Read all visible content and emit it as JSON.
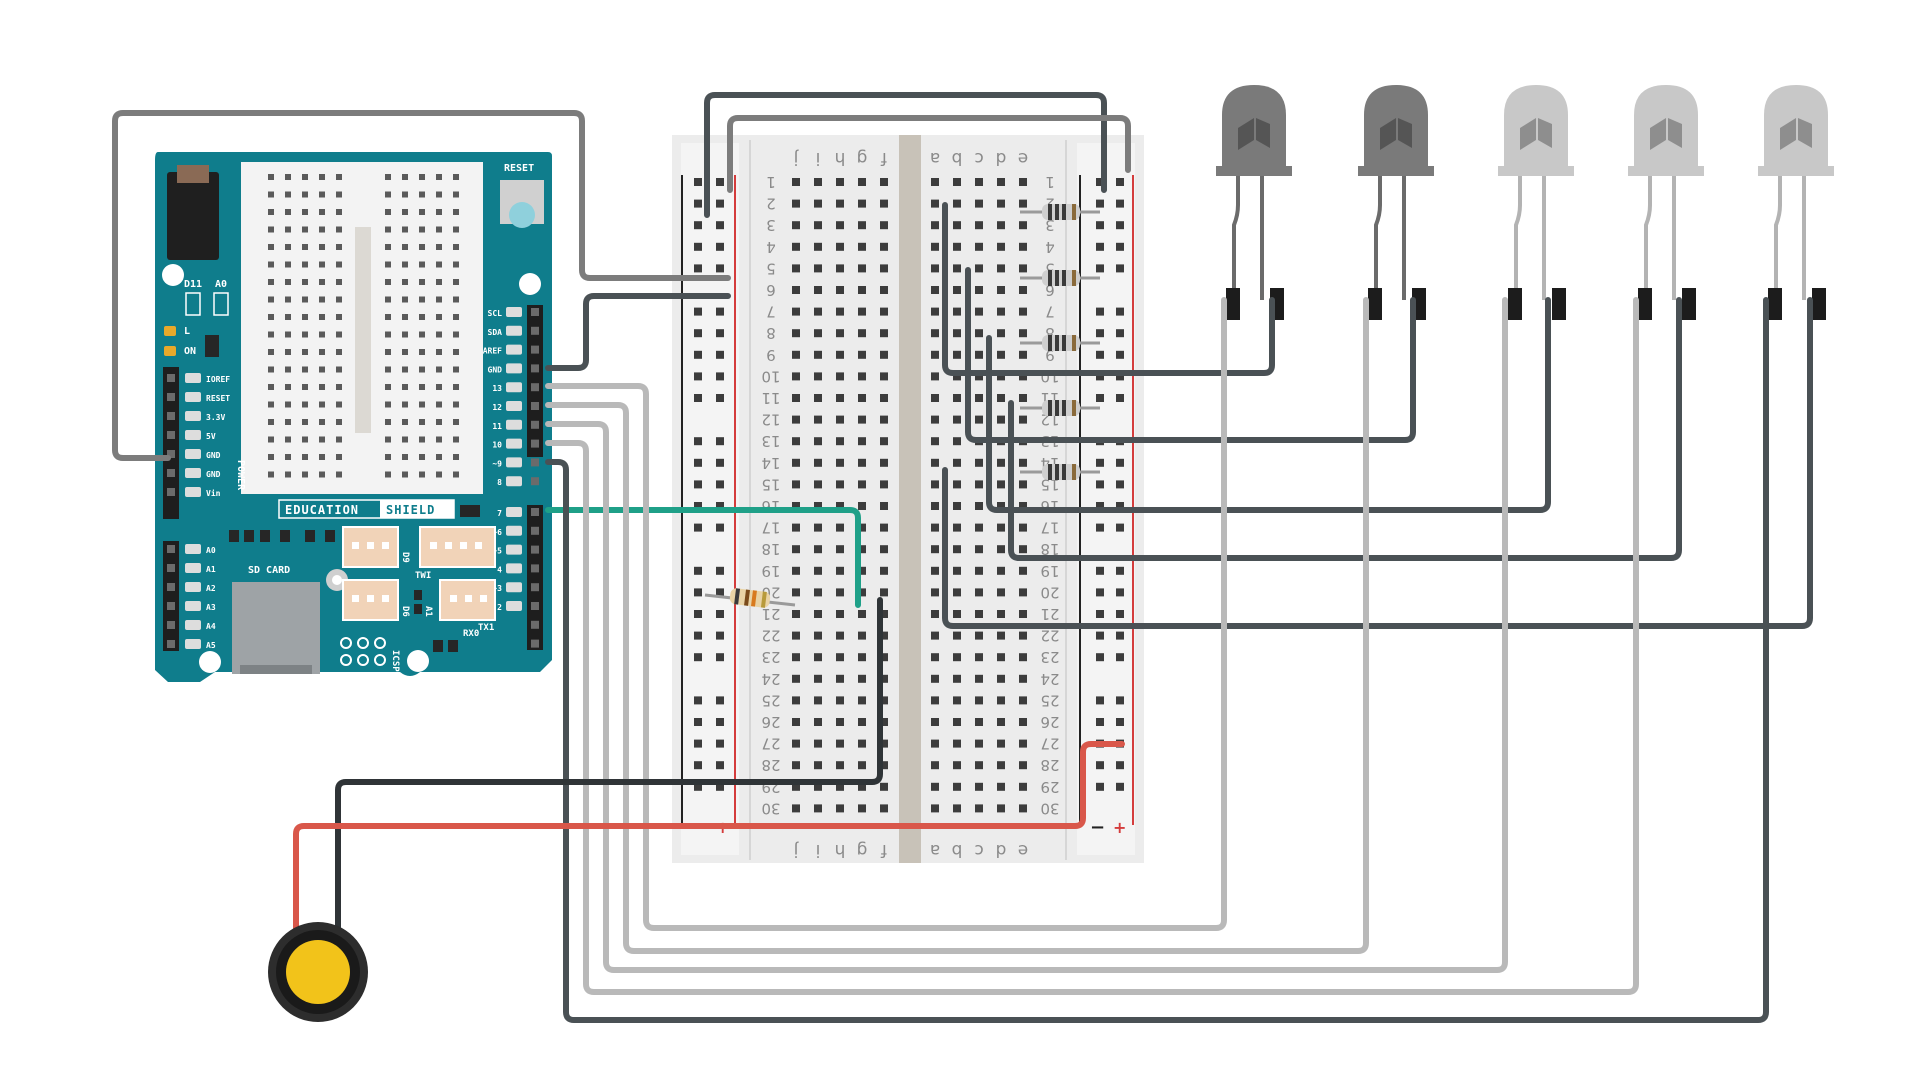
{
  "board": {
    "name_left": "EDUCATION",
    "name_right": "SHIELD",
    "reset": "RESET",
    "d11": "D11",
    "a0": "A0",
    "led_l": "L",
    "led_on": "ON",
    "power": "POWER",
    "sd_card": "SD CARD",
    "icsp": "ICSP",
    "d9": "D9",
    "twi": "TWI",
    "d6": "D6",
    "a1": "A1",
    "rx0": "RX0",
    "tx1": "TX1",
    "power_pins": [
      "IOREF",
      "RESET",
      "3.3V",
      "5V",
      "GND",
      "GND",
      "Vin"
    ],
    "analog_pins": [
      "A0",
      "A1",
      "A2",
      "A3",
      "A4",
      "A5"
    ],
    "top_right_pins": [
      "SCL",
      "SDA",
      "AREF",
      "GND",
      "13",
      "12",
      "11",
      "10",
      "~9",
      "8"
    ],
    "bottom_right_pins": [
      "7",
      "~6",
      "~5",
      "4",
      "~3",
      "2",
      "TX1",
      "RX0"
    ]
  },
  "breadboard": {
    "columns_left": [
      "j",
      "i",
      "h",
      "g",
      "f"
    ],
    "columns_right": [
      "e",
      "d",
      "c",
      "b",
      "a"
    ],
    "rows": [
      "1",
      "2",
      "3",
      "4",
      "5",
      "6",
      "7",
      "8",
      "9",
      "10",
      "11",
      "12",
      "13",
      "14",
      "15",
      "16",
      "17",
      "18",
      "19",
      "20",
      "21",
      "22",
      "23",
      "24",
      "25",
      "26",
      "27",
      "28",
      "29",
      "30"
    ],
    "rail_minus": "−",
    "rail_plus": "+"
  },
  "colors": {
    "board_teal": "#0f7d8c",
    "wire_dark": "#4a5155",
    "wire_light": "#b9b9b9",
    "wire_mid": "#7c7c7c",
    "wire_green": "#1fa088",
    "wire_red": "#d9574a",
    "piezo_yellow": "#f2c31a",
    "led_dark": "#7a7a7a",
    "led_light": "#c8c8c8"
  },
  "leds": [
    {
      "state": "dark"
    },
    {
      "state": "dark"
    },
    {
      "state": "light"
    },
    {
      "state": "light"
    },
    {
      "state": "light"
    }
  ],
  "piezo": {
    "icon": "piezo-sensor-icon"
  }
}
